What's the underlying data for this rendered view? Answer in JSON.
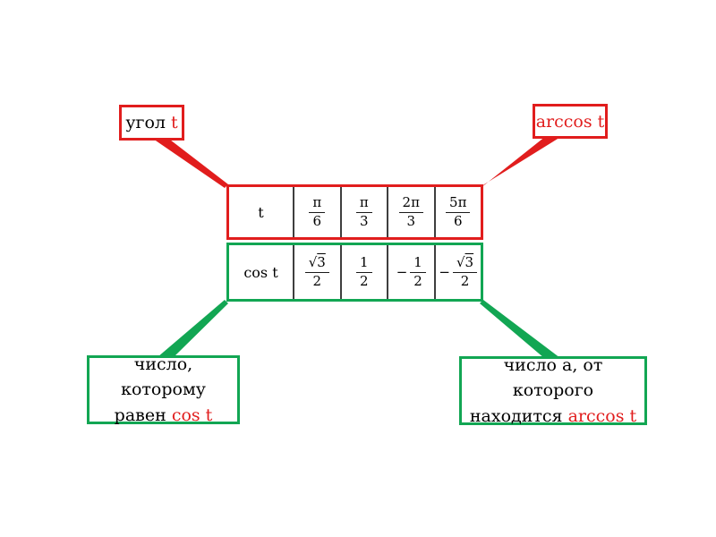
{
  "callouts": {
    "top_left": {
      "prefix": "угол",
      "highlight": "t"
    },
    "top_right": {
      "highlight": "arccos t"
    },
    "bottom_left": {
      "line1": "число, которому",
      "line2_prefix": "равен",
      "line2_highlight": "cos t"
    },
    "bottom_right": {
      "line1": "число a, от которого",
      "line2_prefix": "находится",
      "line2_highlight": "arccos t"
    }
  },
  "table": {
    "row_t": {
      "label": "t",
      "values": [
        {
          "num": "π",
          "den": "6"
        },
        {
          "num": "π",
          "den": "3"
        },
        {
          "num": "2π",
          "den": "3"
        },
        {
          "num": "5π",
          "den": "6"
        }
      ]
    },
    "row_cos": {
      "label": "cos t",
      "values": [
        {
          "sign": "",
          "radical": "√",
          "num": "3",
          "den": "2"
        },
        {
          "sign": "",
          "radical": "",
          "num": "1",
          "den": "2"
        },
        {
          "sign": "−",
          "radical": "",
          "num": "1",
          "den": "2"
        },
        {
          "sign": "−",
          "radical": "√",
          "num": "3",
          "den": "2"
        }
      ]
    }
  },
  "colors": {
    "red": "#e11d1d",
    "green": "#12a653",
    "divider": "#3f3f3f",
    "text": "#000000",
    "background": "#ffffff"
  }
}
